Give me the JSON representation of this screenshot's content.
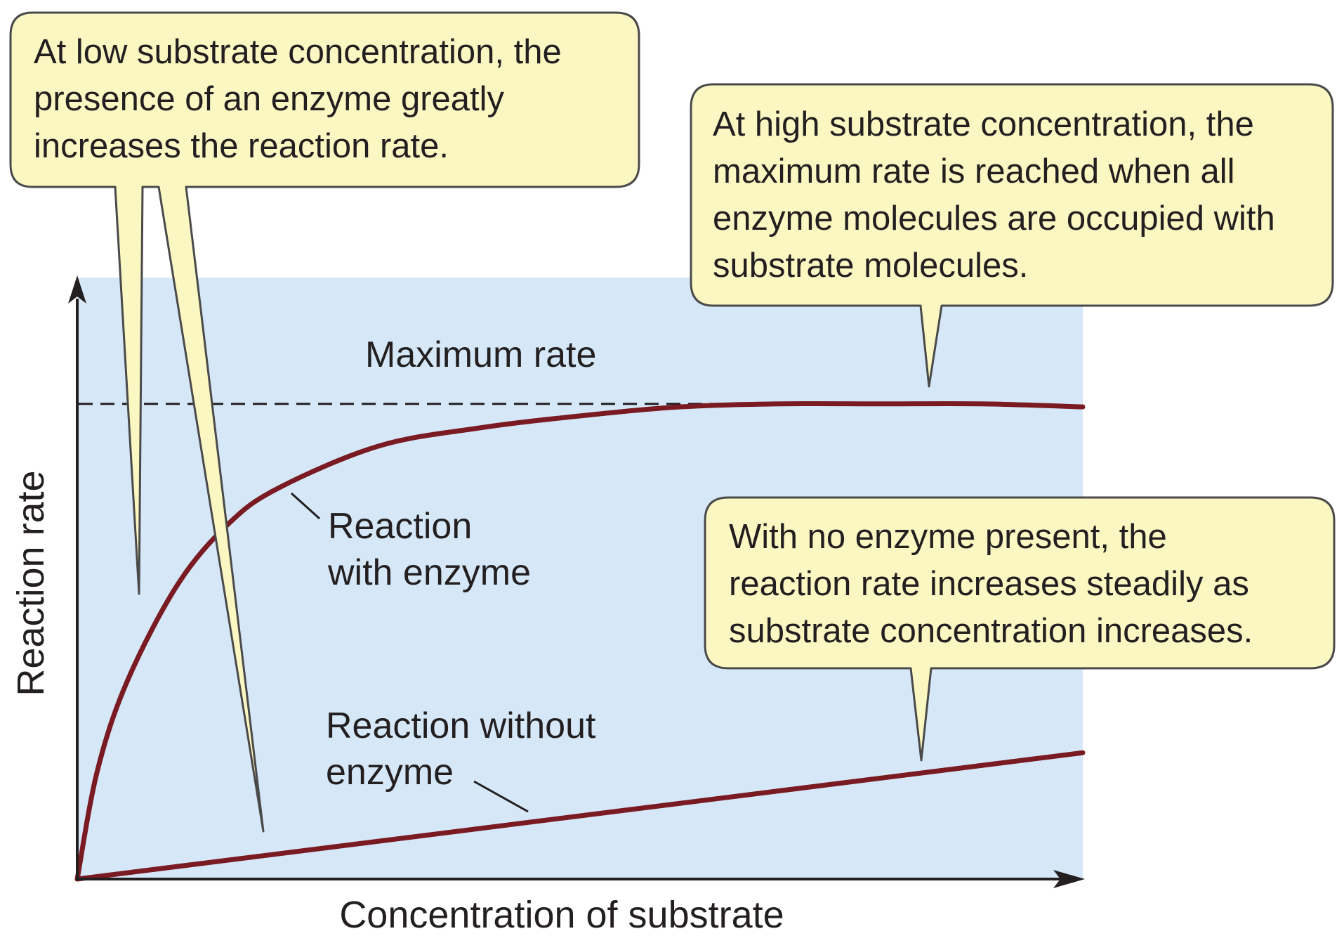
{
  "chart_data": {
    "type": "line",
    "title": "",
    "xlabel": "Concentration of substrate",
    "ylabel": "Reaction rate",
    "xlim": [
      0,
      1
    ],
    "ylim": [
      0,
      1
    ],
    "grid": false,
    "reference_line": {
      "label": "Maximum rate",
      "value": 0.79,
      "style": "dashed"
    },
    "series": [
      {
        "name": "Reaction with enzyme",
        "label_lines": [
          "Reaction",
          "with enzyme"
        ],
        "color": "#7a1a22",
        "x": [
          0,
          0.02,
          0.05,
          0.1,
          0.15,
          0.2,
          0.3,
          0.4,
          0.5,
          0.6,
          0.7,
          0.8,
          0.9,
          1.0
        ],
        "y": [
          0,
          0.18,
          0.33,
          0.49,
          0.59,
          0.65,
          0.72,
          0.75,
          0.77,
          0.785,
          0.79,
          0.79,
          0.79,
          0.785
        ]
      },
      {
        "name": "Reaction without enzyme",
        "label_lines": [
          "Reaction without",
          "enzyme"
        ],
        "color": "#7a1a22",
        "x": [
          0,
          1.0
        ],
        "y": [
          0,
          0.21
        ]
      }
    ],
    "annotations": [
      {
        "id": "low",
        "lines": [
          "At low substrate concentration, the",
          "presence of an enzyme greatly",
          "increases the reaction rate."
        ]
      },
      {
        "id": "high",
        "lines": [
          "At high substrate concentration, the",
          "maximum rate is reached when all",
          "enzyme molecules are occupied with",
          "substrate molecules."
        ]
      },
      {
        "id": "none",
        "lines": [
          "With no enzyme present, the",
          "reaction rate increases steadily as",
          "substrate concentration increases."
        ]
      }
    ]
  },
  "colors": {
    "plot_background": "#d6e8f8",
    "curve": "#7a1a22",
    "callout_fill": "#fbf7c2",
    "callout_stroke": "#4a4a4a",
    "axis": "#231f20"
  }
}
